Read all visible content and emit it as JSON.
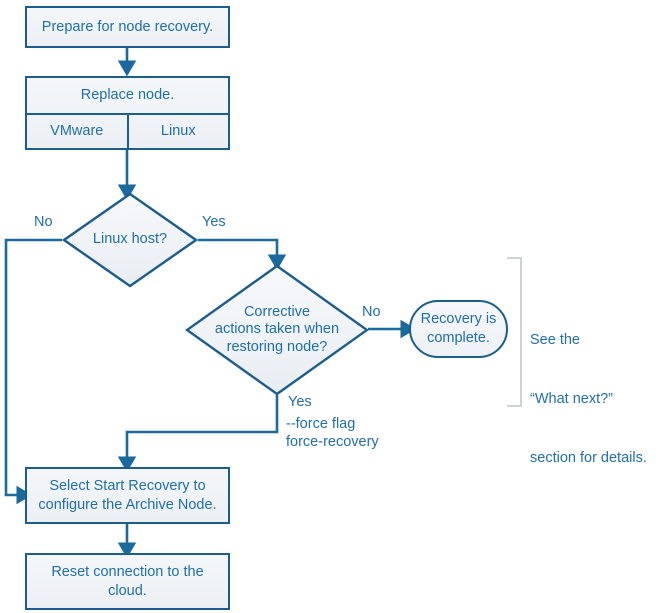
{
  "diagram": {
    "type": "flowchart",
    "title": "Archive Node recovery flowchart",
    "colors": {
      "stroke": "#1B5E8E",
      "text": "#1F6FA8",
      "fill": "#eef1f5",
      "bracket": "#cfd2d6",
      "background": "#ffffff"
    },
    "nodes": {
      "prepare": {
        "label": "Prepare for node recovery.",
        "shape": "process"
      },
      "replace": {
        "label": "Replace node.",
        "shape": "process-split",
        "options": [
          "VMware",
          "Linux"
        ]
      },
      "linux_host": {
        "label": "Linux host?",
        "shape": "decision"
      },
      "corrective": {
        "label": "Corrective\nactions taken when\nrestoring node?",
        "line1": "Corrective",
        "line2": "actions taken when",
        "line3": "restoring node?",
        "shape": "decision"
      },
      "recovery_complete": {
        "label": "Recovery is\ncomplete.",
        "line1": "Recovery is",
        "line2": "complete.",
        "shape": "terminator"
      },
      "start_recovery": {
        "label": "Select Start Recovery to\nconfigure the Archive Node.",
        "line1": "Select Start Recovery to",
        "line2": "configure the Archive Node.",
        "shape": "process"
      },
      "reset_connection": {
        "label": "Reset connection to the\ncloud.",
        "line1": "Reset connection to the",
        "line2": "cloud.",
        "shape": "process"
      }
    },
    "edge_labels": {
      "linux_no": "No",
      "linux_yes": "Yes",
      "corrective_no": "No",
      "corrective_yes": "Yes",
      "force_flag": "--force flag",
      "force_recovery": "force-recovery"
    },
    "annotation": {
      "line1": "See the",
      "line2": "“What next?”",
      "line3": "section for details."
    }
  }
}
